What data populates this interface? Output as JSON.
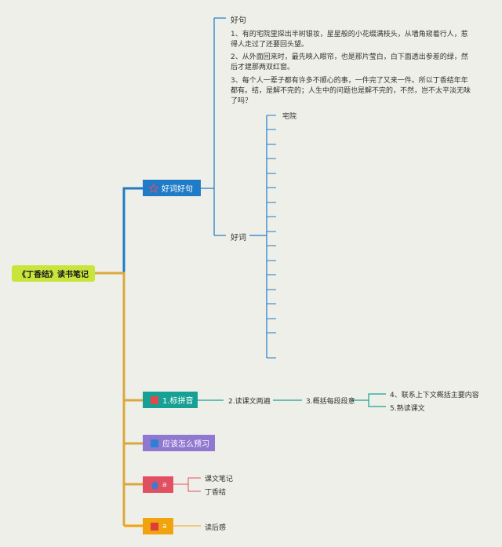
{
  "root": {
    "title": "《丁香结》读书笔记"
  },
  "branches": {
    "haoci_haoju": {
      "label": "好词好句",
      "haoju": {
        "label": "好句",
        "sentences": [
          "1、有的宅院里探出半树银妆，星星般的小花缀满枝头，从墙角窥着行人，惹得人走过了还要回头望。",
          "2、从外面回来时，最先映入眼帘，也是那片莹白，白下面透出参差的绿，然后才建那两双红窗。",
          "3、每个人一辈子都有许多不顺心的事，一件完了又来一件。所以丁香结年年都有。结，是解不完的；人生中的问题也是解不完的，不然，岂不太平淡无味了吗？"
        ]
      },
      "haoci": {
        "label": "好词",
        "words": [
          "宅院",
          "",
          "",
          "",
          "",
          "",
          "",
          "",
          "",
          "",
          "",
          "",
          "",
          "",
          "",
          "",
          ""
        ]
      }
    },
    "biaopinyin": {
      "label": "1.标拼音",
      "step2": "2.读课文两遍",
      "step3": "3.概括每段段意",
      "step4": "4、联系上下文概括主要内容",
      "step5": "5.熟读课文"
    },
    "yuxi": {
      "label": "应该怎么预习"
    },
    "red_node": {
      "label": "a",
      "children": [
        "课文笔记",
        "丁香结"
      ]
    },
    "orange_node": {
      "label": "a",
      "children": [
        "读后感"
      ]
    }
  },
  "colors": {
    "root": "#C9E53C",
    "blue": "#1F7BC7",
    "teal": "#17A095",
    "purple": "#9078D0",
    "red": "#E15060",
    "orange": "#F0A30C",
    "connector_gold": "#D9A93E"
  }
}
